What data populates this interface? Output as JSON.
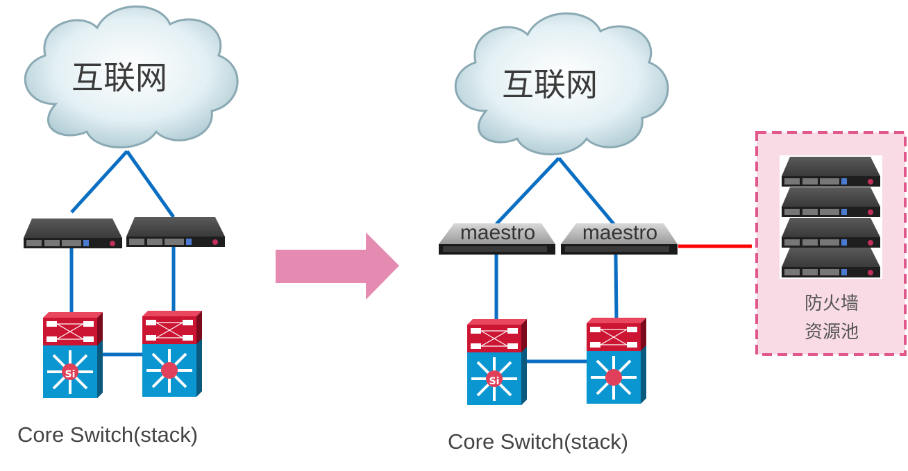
{
  "colors": {
    "link": "#0a6fc2",
    "pool_link": "#ff0000",
    "arrow": "#e58ab0",
    "pool_border": "#e0588c",
    "pool_fill": "#f9dbe6"
  },
  "left": {
    "cloud_label": "互联网",
    "caption": "Core Switch(stack)",
    "switch_left_badge": "Si"
  },
  "right": {
    "cloud_label": "互联网",
    "maestro_left": "maestro",
    "maestro_right": "maestro",
    "caption": "Core Switch(stack)",
    "switch_left_badge": "Si",
    "pool": {
      "line1": "防火墙",
      "line2": "资源池"
    }
  },
  "icons": [
    "cloud-icon",
    "firewall-appliance-icon",
    "maestro-orchestrator-icon",
    "layer3-switch-icon",
    "arrow-right-icon"
  ]
}
